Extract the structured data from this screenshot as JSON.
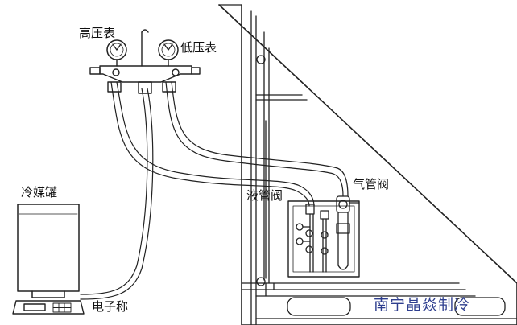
{
  "labels": {
    "high_gauge": "高压表",
    "low_gauge": "低压表",
    "refrigerant_tank": "冷媒罐",
    "electronic_scale": "电子称",
    "liquid_valve": "液管阀",
    "gas_valve": "气管阀"
  },
  "watermark": "南宁晶焱制冷",
  "colors": {
    "line": "#222222",
    "background": "#ffffff",
    "watermark": "#2f3f8f"
  }
}
